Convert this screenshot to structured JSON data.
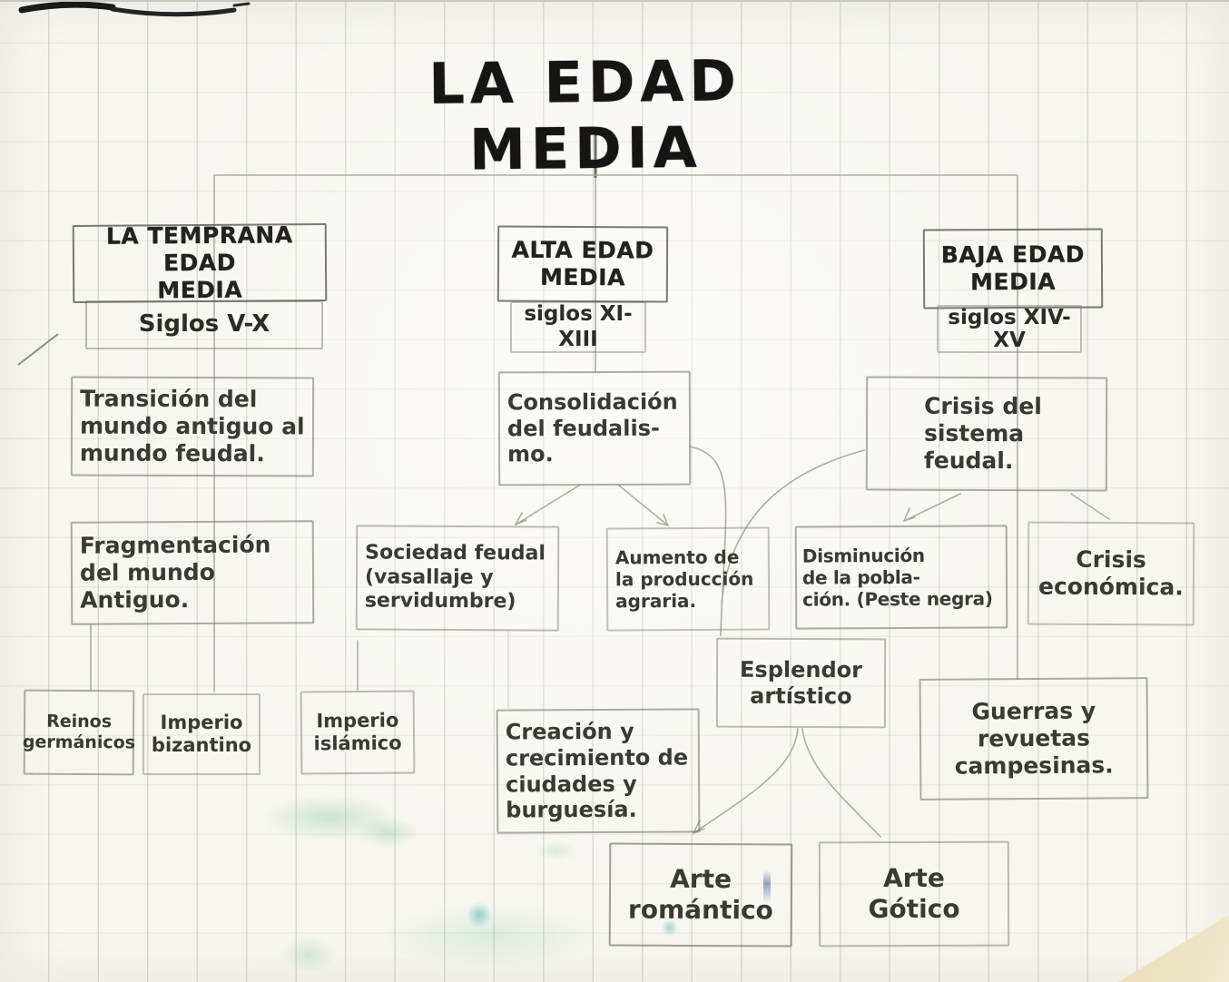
{
  "title": "LA EDAD MEDIA",
  "early": {
    "header": "LA TEMPRANA EDAD\nMEDIA",
    "siglos": "Siglos V-X",
    "note1": "Transición del\nmundo antiguo al\nmundo feudal.",
    "note2": "Fragmentación\ndel mundo\nAntiguo.",
    "child1": "Reinos\ngermánicos",
    "child2": "Imperio\nbizantino",
    "child3": "Imperio\nislámico"
  },
  "high": {
    "header": "ALTA EDAD\nMEDIA",
    "siglos": "siglos XI-\nXIII",
    "note1": "Consolidación\ndel feudalis-\nmo.",
    "child1": "Sociedad feudal\n(vasallaje y\nservidumbre)",
    "child2": "Aumento de\nla producción\nagraria.",
    "splendor": "Esplendor\nartístico",
    "cities": "Creación y\ncrecimiento de\nciudades y\nburguesía.",
    "art1": "Arte\nromántico",
    "art2": "Arte\nGótico"
  },
  "late": {
    "header": "BAJA EDAD\nMEDIA",
    "siglos": "siglos XIV-\nXV",
    "note1": "Crisis del\nsistema\nfeudal.",
    "child1": "Disminución\nde la pobla-\nción. (Peste negra)",
    "child2": "Crisis\neconómica.",
    "child3": "Guerras y\nrevuetas\ncampesinas."
  },
  "colors": {
    "ink": "#232220",
    "pencil": "#a6a49c",
    "paper": "#f7f6f1",
    "stain_green": "#6ebe8e",
    "corner_tan": "#e9dcb8"
  }
}
